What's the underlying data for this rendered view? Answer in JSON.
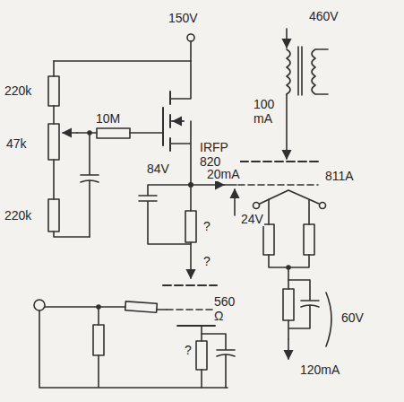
{
  "diagram": {
    "labels": [
      "150V",
      "460V",
      "220k",
      "47k",
      "220k",
      "10M",
      "IRFP 820",
      "100 mA",
      "84V",
      "20mA",
      "811A",
      "?",
      "24V",
      "?",
      "560 Ω",
      "60V",
      "?",
      "120mA"
    ]
  }
}
